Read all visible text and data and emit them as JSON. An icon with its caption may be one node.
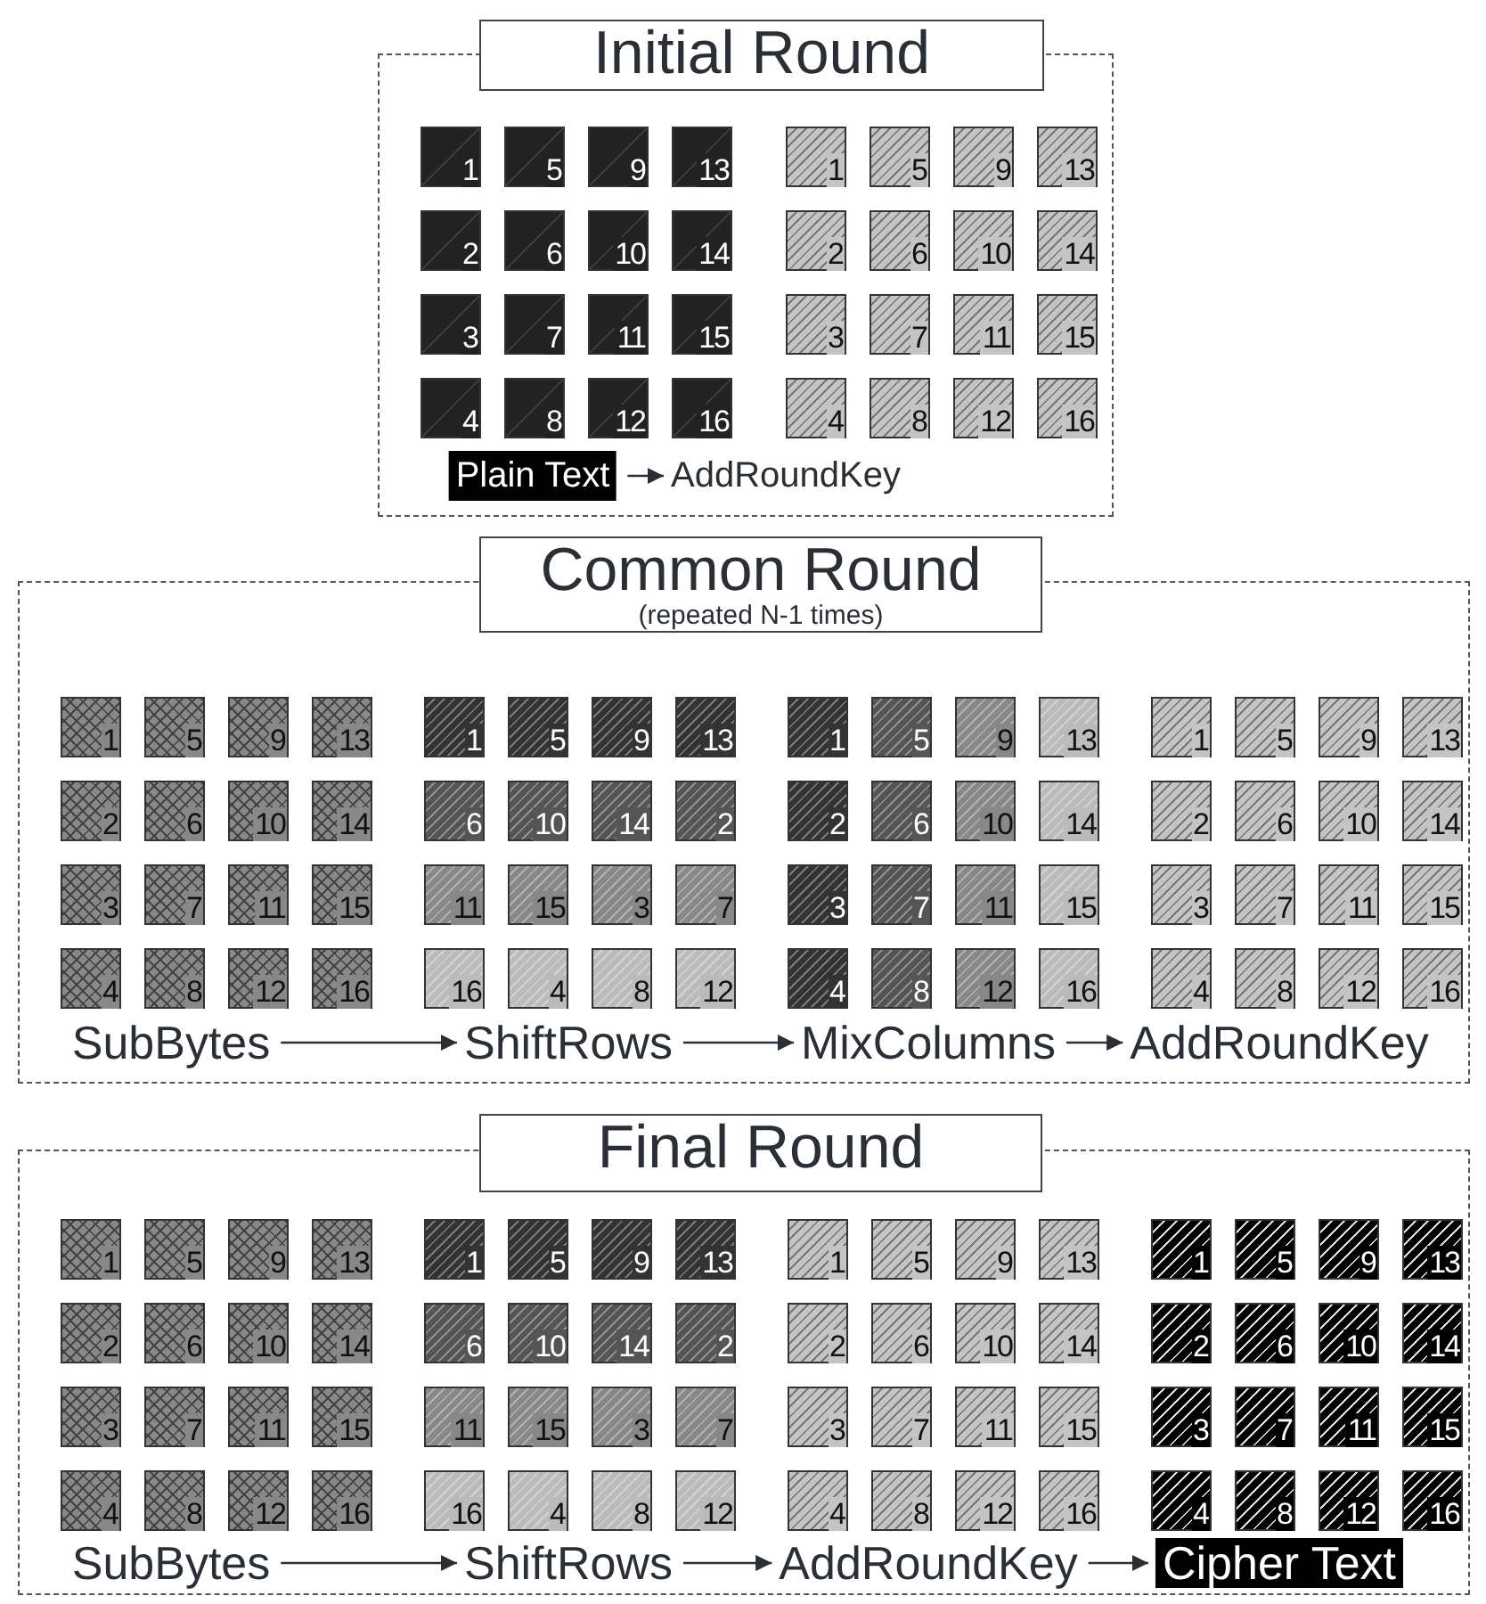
{
  "diagram": {
    "nodes": [
      {
        "text": [
          "Initial Round"
        ]
      },
      {
        "text": [
          "1"
        ],
        "in": 0
      },
      {
        "text": [
          "5"
        ],
        "in": 0
      },
      {
        "text": [
          "9"
        ],
        "in": 0
      },
      {
        "text": [
          "13"
        ],
        "in": 0
      },
      {
        "text": [
          "2"
        ],
        "in": 0
      },
      {
        "text": [
          "6"
        ],
        "in": 0
      },
      {
        "text": [
          "10"
        ],
        "in": 0
      },
      {
        "text": [
          "14"
        ],
        "in": 0
      },
      {
        "text": [
          "3"
        ],
        "in": 0
      },
      {
        "text": [
          "7"
        ],
        "in": 0
      },
      {
        "text": [
          "11"
        ],
        "in": 0
      },
      {
        "text": [
          "15"
        ],
        "in": 0
      },
      {
        "text": [
          "4"
        ],
        "in": 0
      },
      {
        "text": [
          "8"
        ],
        "in": 0
      },
      {
        "text": [
          "12"
        ],
        "in": 0
      },
      {
        "text": [
          "16"
        ],
        "in": 0
      },
      {
        "text": [
          "1"
        ],
        "in": 0
      },
      {
        "text": [
          "5"
        ],
        "in": 0
      },
      {
        "text": [
          "9"
        ],
        "in": 0
      },
      {
        "text": [
          "13"
        ],
        "in": 0
      },
      {
        "text": [
          "2"
        ],
        "in": 0
      },
      {
        "text": [
          "6"
        ],
        "in": 0
      },
      {
        "text": [
          "10"
        ],
        "in": 0
      },
      {
        "text": [
          "14"
        ],
        "in": 0
      },
      {
        "text": [
          "3"
        ],
        "in": 0
      },
      {
        "text": [
          "7"
        ],
        "in": 0
      },
      {
        "text": [
          "11"
        ],
        "in": 0
      },
      {
        "text": [
          "15"
        ],
        "in": 0
      },
      {
        "text": [
          "4"
        ],
        "in": 0
      },
      {
        "text": [
          "8"
        ],
        "in": 0
      },
      {
        "text": [
          "12"
        ],
        "in": 0
      },
      {
        "text": [
          "16"
        ],
        "in": 0
      },
      {
        "text": [
          "Plain Text"
        ],
        "in": 0
      },
      {
        "text": [
          "AddRoundKey"
        ],
        "in": 0
      },
      {
        "text": [
          "Common Round",
          "(repeated N-1 times)"
        ]
      },
      {
        "text": [
          "1"
        ],
        "in": 35
      },
      {
        "text": [
          "5"
        ],
        "in": 35
      },
      {
        "text": [
          "9"
        ],
        "in": 35
      },
      {
        "text": [
          "13"
        ],
        "in": 35
      },
      {
        "text": [
          "2"
        ],
        "in": 35
      },
      {
        "text": [
          "6"
        ],
        "in": 35
      },
      {
        "text": [
          "10"
        ],
        "in": 35
      },
      {
        "text": [
          "14"
        ],
        "in": 35
      },
      {
        "text": [
          "3"
        ],
        "in": 35
      },
      {
        "text": [
          "7"
        ],
        "in": 35
      },
      {
        "text": [
          "11"
        ],
        "in": 35
      },
      {
        "text": [
          "15"
        ],
        "in": 35
      },
      {
        "text": [
          "4"
        ],
        "in": 35
      },
      {
        "text": [
          "8"
        ],
        "in": 35
      },
      {
        "text": [
          "12"
        ],
        "in": 35
      },
      {
        "text": [
          "16"
        ],
        "in": 35
      },
      {
        "text": [
          "1"
        ],
        "in": 35
      },
      {
        "text": [
          "5"
        ],
        "in": 35
      },
      {
        "text": [
          "9"
        ],
        "in": 35
      },
      {
        "text": [
          "13"
        ],
        "in": 35
      },
      {
        "text": [
          "6"
        ],
        "in": 35
      },
      {
        "text": [
          "10"
        ],
        "in": 35
      },
      {
        "text": [
          "14"
        ],
        "in": 35
      },
      {
        "text": [
          "2"
        ],
        "in": 35
      },
      {
        "text": [
          "11"
        ],
        "in": 35
      },
      {
        "text": [
          "15"
        ],
        "in": 35
      },
      {
        "text": [
          "3"
        ],
        "in": 35
      },
      {
        "text": [
          "7"
        ],
        "in": 35
      },
      {
        "text": [
          "16"
        ],
        "in": 35
      },
      {
        "text": [
          "4"
        ],
        "in": 35
      },
      {
        "text": [
          "8"
        ],
        "in": 35
      },
      {
        "text": [
          "12"
        ],
        "in": 35
      },
      {
        "text": [
          "1"
        ],
        "in": 35
      },
      {
        "text": [
          "5"
        ],
        "in": 35
      },
      {
        "text": [
          "9"
        ],
        "in": 35
      },
      {
        "text": [
          "13"
        ],
        "in": 35
      },
      {
        "text": [
          "2"
        ],
        "in": 35
      },
      {
        "text": [
          "6"
        ],
        "in": 35
      },
      {
        "text": [
          "10"
        ],
        "in": 35
      },
      {
        "text": [
          "14"
        ],
        "in": 35
      },
      {
        "text": [
          "3"
        ],
        "in": 35
      },
      {
        "text": [
          "7"
        ],
        "in": 35
      },
      {
        "text": [
          "11"
        ],
        "in": 35
      },
      {
        "text": [
          "15"
        ],
        "in": 35
      },
      {
        "text": [
          "4"
        ],
        "in": 35
      },
      {
        "text": [
          "8"
        ],
        "in": 35
      },
      {
        "text": [
          "12"
        ],
        "in": 35
      },
      {
        "text": [
          "16"
        ],
        "in": 35
      },
      {
        "text": [
          "1"
        ],
        "in": 35
      },
      {
        "text": [
          "5"
        ],
        "in": 35
      },
      {
        "text": [
          "9"
        ],
        "in": 35
      },
      {
        "text": [
          "13"
        ],
        "in": 35
      },
      {
        "text": [
          "2"
        ],
        "in": 35
      },
      {
        "text": [
          "6"
        ],
        "in": 35
      },
      {
        "text": [
          "10"
        ],
        "in": 35
      },
      {
        "text": [
          "14"
        ],
        "in": 35
      },
      {
        "text": [
          "3"
        ],
        "in": 35
      },
      {
        "text": [
          "7"
        ],
        "in": 35
      },
      {
        "text": [
          "11"
        ],
        "in": 35
      },
      {
        "text": [
          "15"
        ],
        "in": 35
      },
      {
        "text": [
          "4"
        ],
        "in": 35
      },
      {
        "text": [
          "8"
        ],
        "in": 35
      },
      {
        "text": [
          "12"
        ],
        "in": 35
      },
      {
        "text": [
          "16"
        ],
        "in": 35
      },
      {
        "text": [
          "SubBytes"
        ],
        "in": 35
      },
      {
        "text": [
          "ShiftRows"
        ],
        "in": 35
      },
      {
        "text": [
          "MixColumns"
        ],
        "in": 35
      },
      {
        "text": [
          "AddRoundKey"
        ],
        "in": 35
      },
      {
        "text": [
          "Final Round"
        ]
      },
      {
        "text": [
          "1"
        ],
        "in": 104
      },
      {
        "text": [
          "5"
        ],
        "in": 104
      },
      {
        "text": [
          "9"
        ],
        "in": 104
      },
      {
        "text": [
          "13"
        ],
        "in": 104
      },
      {
        "text": [
          "2"
        ],
        "in": 104
      },
      {
        "text": [
          "6"
        ],
        "in": 104
      },
      {
        "text": [
          "10"
        ],
        "in": 104
      },
      {
        "text": [
          "14"
        ],
        "in": 104
      },
      {
        "text": [
          "3"
        ],
        "in": 104
      },
      {
        "text": [
          "7"
        ],
        "in": 104
      },
      {
        "text": [
          "11"
        ],
        "in": 104
      },
      {
        "text": [
          "15"
        ],
        "in": 104
      },
      {
        "text": [
          "4"
        ],
        "in": 104
      },
      {
        "text": [
          "8"
        ],
        "in": 104
      },
      {
        "text": [
          "12"
        ],
        "in": 104
      },
      {
        "text": [
          "16"
        ],
        "in": 104
      },
      {
        "text": [
          "1"
        ],
        "in": 104
      },
      {
        "text": [
          "5"
        ],
        "in": 104
      },
      {
        "text": [
          "9"
        ],
        "in": 104
      },
      {
        "text": [
          "13"
        ],
        "in": 104
      },
      {
        "text": [
          "6"
        ],
        "in": 104
      },
      {
        "text": [
          "10"
        ],
        "in": 104
      },
      {
        "text": [
          "14"
        ],
        "in": 104
      },
      {
        "text": [
          "2"
        ],
        "in": 104
      },
      {
        "text": [
          "11"
        ],
        "in": 104
      },
      {
        "text": [
          "15"
        ],
        "in": 104
      },
      {
        "text": [
          "3"
        ],
        "in": 104
      },
      {
        "text": [
          "7"
        ],
        "in": 104
      },
      {
        "text": [
          "16"
        ],
        "in": 104
      },
      {
        "text": [
          "4"
        ],
        "in": 104
      },
      {
        "text": [
          "8"
        ],
        "in": 104
      },
      {
        "text": [
          "12"
        ],
        "in": 104
      },
      {
        "text": [
          "1"
        ],
        "in": 104
      },
      {
        "text": [
          "5"
        ],
        "in": 104
      },
      {
        "text": [
          "9"
        ],
        "in": 104
      },
      {
        "text": [
          "13"
        ],
        "in": 104
      },
      {
        "text": [
          "2"
        ],
        "in": 104
      },
      {
        "text": [
          "6"
        ],
        "in": 104
      },
      {
        "text": [
          "10"
        ],
        "in": 104
      },
      {
        "text": [
          "14"
        ],
        "in": 104
      },
      {
        "text": [
          "3"
        ],
        "in": 104
      },
      {
        "text": [
          "7"
        ],
        "in": 104
      },
      {
        "text": [
          "11"
        ],
        "in": 104
      },
      {
        "text": [
          "15"
        ],
        "in": 104
      },
      {
        "text": [
          "4"
        ],
        "in": 104
      },
      {
        "text": [
          "8"
        ],
        "in": 104
      },
      {
        "text": [
          "12"
        ],
        "in": 104
      },
      {
        "text": [
          "16"
        ],
        "in": 104
      },
      {
        "text": [
          "1"
        ],
        "in": 104
      },
      {
        "text": [
          "5"
        ],
        "in": 104
      },
      {
        "text": [
          "9"
        ],
        "in": 104
      },
      {
        "text": [
          "13"
        ],
        "in": 104
      },
      {
        "text": [
          "2"
        ],
        "in": 104
      },
      {
        "text": [
          "6"
        ],
        "in": 104
      },
      {
        "text": [
          "10"
        ],
        "in": 104
      },
      {
        "text": [
          "14"
        ],
        "in": 104
      },
      {
        "text": [
          "3"
        ],
        "in": 104
      },
      {
        "text": [
          "7"
        ],
        "in": 104
      },
      {
        "text": [
          "11"
        ],
        "in": 104
      },
      {
        "text": [
          "15"
        ],
        "in": 104
      },
      {
        "text": [
          "4"
        ],
        "in": 104
      },
      {
        "text": [
          "8"
        ],
        "in": 104
      },
      {
        "text": [
          "12"
        ],
        "in": 104
      },
      {
        "text": [
          "16"
        ],
        "in": 104
      },
      {
        "text": [
          "SubBytes"
        ],
        "in": 104
      },
      {
        "text": [
          "ShiftRows"
        ],
        "in": 104
      },
      {
        "text": [
          "AddRoundKey"
        ],
        "in": 104
      },
      {
        "text": [
          "Cipher Text"
        ],
        "in": 104
      }
    ],
    "edges": [
      {
        "from": 33,
        "to": 34,
        "arrow": "to"
      },
      {
        "from": 100,
        "to": 101,
        "arrow": "to"
      },
      {
        "from": 101,
        "to": 102,
        "arrow": "to"
      },
      {
        "from": 102,
        "to": 103,
        "arrow": "to"
      },
      {
        "from": 169,
        "to": 170,
        "arrow": "to"
      },
      {
        "from": 170,
        "to": 171,
        "arrow": "to"
      },
      {
        "from": 171,
        "to": 172,
        "arrow": "to"
      }
    ]
  }
}
